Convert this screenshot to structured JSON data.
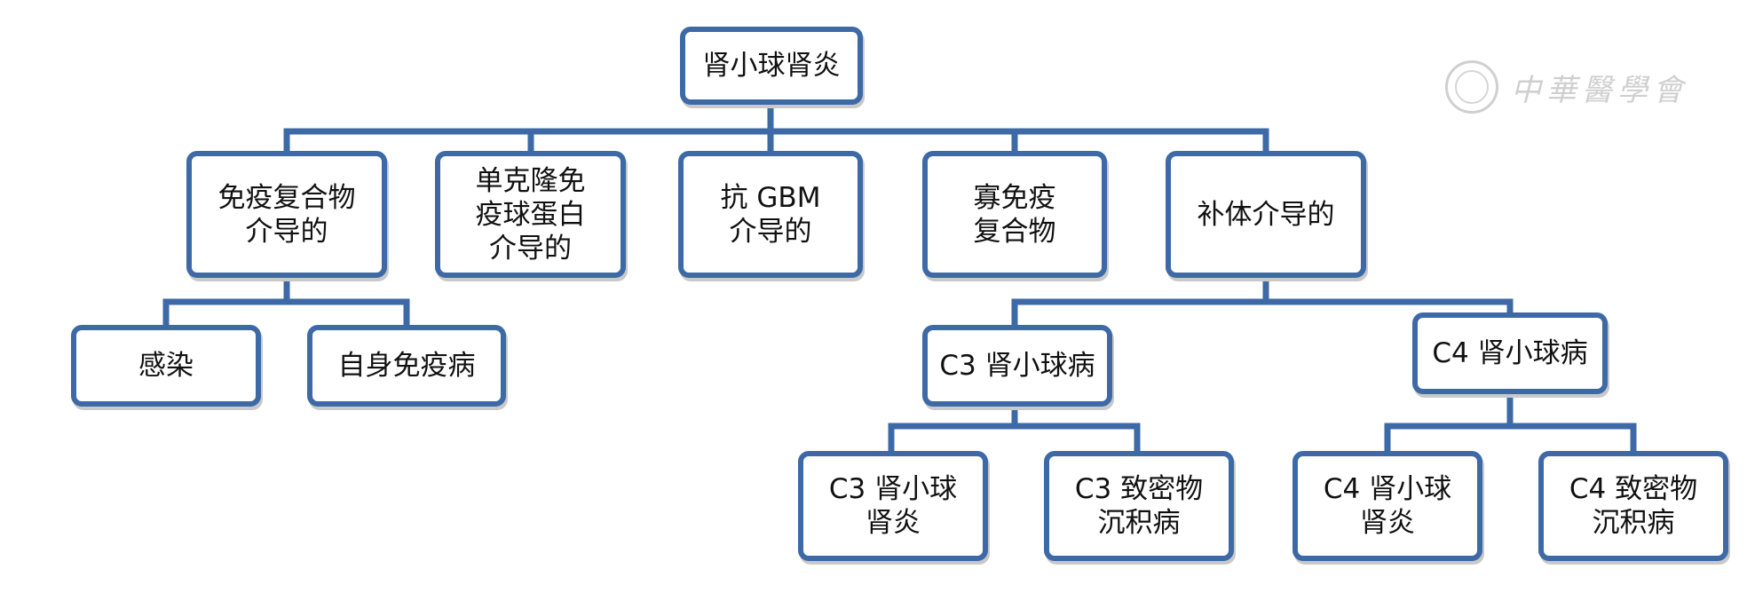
{
  "diagram": {
    "root": "肾小球肾炎",
    "categories": [
      "免疫复合物\n介导的",
      "单克隆免\n疫球蛋白\n介导的",
      "抗 GBM\n介导的",
      "寡免疫\n复合物",
      "补体介导的"
    ],
    "immune_complex_children": [
      "感染",
      "自身免疫病"
    ],
    "complement_children": [
      "C3 肾小球病",
      "C4 肾小球病"
    ],
    "c3_children": [
      "C3 肾小球\n肾炎",
      "C3 致密物\n沉积病"
    ],
    "c4_children": [
      "C4 肾小球\n肾炎",
      "C4 致密物\n沉积病"
    ]
  },
  "watermark": {
    "text": "中華醫學會"
  },
  "colors": {
    "border": "#3d6aa6",
    "connector": "#3d6aa6",
    "text": "#111111",
    "background": "#ffffff"
  }
}
